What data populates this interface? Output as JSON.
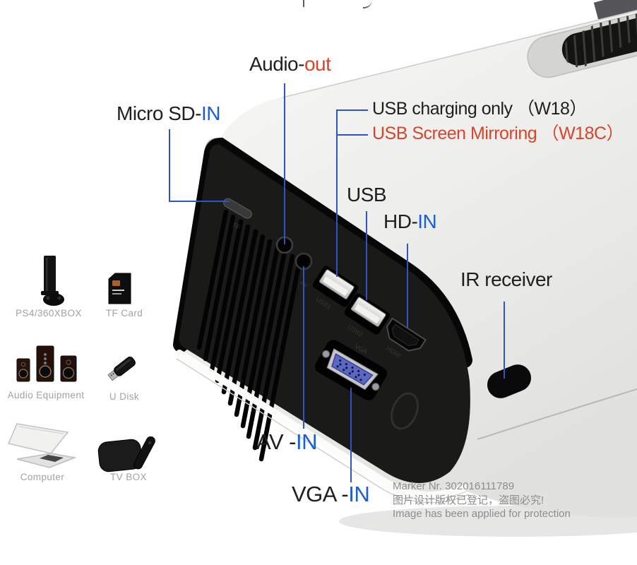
{
  "colors": {
    "label_blue": "#1a5fd7",
    "label_red": "#d8452c",
    "line_blue": "#2e55c3",
    "text_dark": "#1f1f1f",
    "muted_gray": "#a2a2a2",
    "watermark_gray": "#8d8d8d",
    "body_white": "#f0f0ee",
    "panel_black": "#1a1a19"
  },
  "annotations": {
    "audio_out": {
      "prefix": "Audio-",
      "suffix": "out"
    },
    "micro_sd_in": {
      "prefix": "Micro SD-",
      "suffix": "IN"
    },
    "usb_charging_only": "USB charging only （W18）",
    "usb_screen_mirroring": "USB Screen Mirroring （W18C）",
    "usb": "USB",
    "hd_in": {
      "prefix": "HD-",
      "suffix": "IN"
    },
    "ir_receiver": "IR receiver",
    "av_in": {
      "prefix": "AV -",
      "suffix": "IN"
    },
    "vga_in": {
      "prefix": "VGA -",
      "suffix": "IN"
    }
  },
  "panel_port_labels": {
    "tf": "TF",
    "av": "AV",
    "usb1": "USB1",
    "usb2": "USB2",
    "hdmi": "HDMI",
    "vga": "VGA"
  },
  "compatible_devices": [
    {
      "label": "PS4/360XBOX"
    },
    {
      "label": "TF Card"
    },
    {
      "label": "Audio Equipment"
    },
    {
      "label": "U Disk"
    },
    {
      "label": "Computer"
    },
    {
      "label": "TV BOX"
    }
  ],
  "watermark": {
    "line1": "Marker Nr. 302016111789",
    "line2": "图片设计版权已登记，盗图必究!",
    "line3": "Image has been applied for protection"
  }
}
